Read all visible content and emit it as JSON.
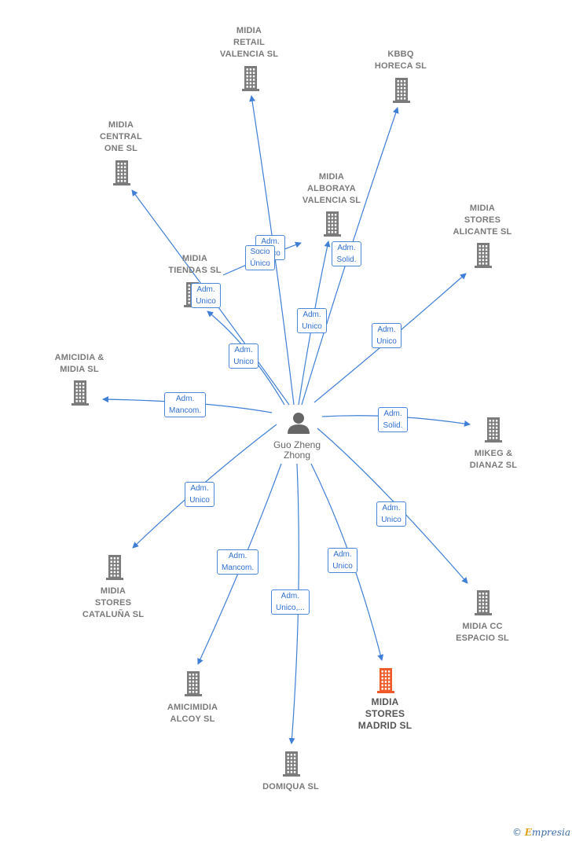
{
  "center": {
    "label": "Guo Zheng\nZhong"
  },
  "nodes": [
    {
      "id": "retail-valencia",
      "label": "MIDIA\nRETAIL\nVALENCIA  SL",
      "highlight": false
    },
    {
      "id": "kbbq-horeca",
      "label": "KBBQ\nHORECA  SL",
      "highlight": false
    },
    {
      "id": "central-one",
      "label": "MIDIA\nCENTRAL\nONE  SL",
      "highlight": false
    },
    {
      "id": "alboraya-valencia",
      "label": "MIDIA\nALBORAYA\nVALENCIA  SL",
      "highlight": false
    },
    {
      "id": "stores-alicante",
      "label": "MIDIA\nSTORES\nALICANTE  SL",
      "highlight": false
    },
    {
      "id": "tiendas",
      "label": "MIDIA\nTIENDAS  SL",
      "highlight": false
    },
    {
      "id": "amicidia-midia",
      "label": "AMICIDIA &\nMIDIA  SL",
      "highlight": false
    },
    {
      "id": "mikeg-dianaz",
      "label": "MIKEG &\nDIANAZ SL",
      "highlight": false
    },
    {
      "id": "stores-cataluna",
      "label": "MIDIA\nSTORES\nCATALUÑA  SL",
      "highlight": false
    },
    {
      "id": "cc-espacio",
      "label": "MIDIA CC\nESPACIO  SL",
      "highlight": false
    },
    {
      "id": "amicimidia-alcoy",
      "label": "AMICIMIDIA\nALCOY  SL",
      "highlight": false
    },
    {
      "id": "stores-madrid",
      "label": "MIDIA\nSTORES\nMADRID  SL",
      "highlight": true
    },
    {
      "id": "domiqua",
      "label": "DOMIQUA SL",
      "highlight": false
    }
  ],
  "relations": [
    {
      "id": "r-retail",
      "label": "Adm.\nUnico"
    },
    {
      "id": "r-tiendas-socio",
      "label": "Socio\nÚnico"
    },
    {
      "id": "r-kbbq",
      "label": "Adm.\nSolid."
    },
    {
      "id": "r-alboraya",
      "label": "Adm.\nUnico"
    },
    {
      "id": "r-tiendas-adm",
      "label": "Adm.\nUnico"
    },
    {
      "id": "r-central",
      "label": "Adm.\nUnico"
    },
    {
      "id": "r-alicante",
      "label": "Adm.\nUnico"
    },
    {
      "id": "r-amicidia",
      "label": "Adm.\nMancom."
    },
    {
      "id": "r-mikeg",
      "label": "Adm.\nSolid."
    },
    {
      "id": "r-cataluna",
      "label": "Adm.\nUnico"
    },
    {
      "id": "r-espacio",
      "label": "Adm.\nUnico"
    },
    {
      "id": "r-alcoy",
      "label": "Adm.\nMancom."
    },
    {
      "id": "r-madrid",
      "label": "Adm.\nUnico"
    },
    {
      "id": "r-domiqua",
      "label": "Adm.\nUnico,..."
    }
  ],
  "colors": {
    "edge": "#3f7fd6",
    "building": "#7b7b7b",
    "highlight": "#f05a28",
    "person": "#666666"
  },
  "brand": {
    "copyright": "©",
    "initial": "E",
    "rest": "mpresia"
  }
}
